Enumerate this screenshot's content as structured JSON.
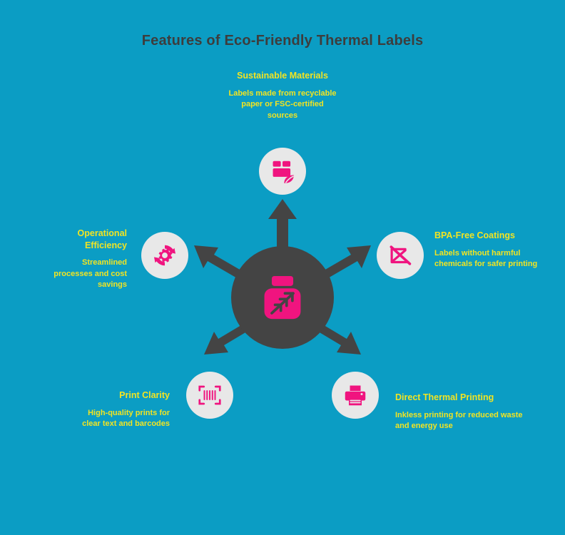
{
  "header": {
    "title": "Features of Eco-Friendly Thermal Labels"
  },
  "colors": {
    "background": "#0b9dc4",
    "hub": "#444444",
    "accent_pink": "#f0147f",
    "text_yellow": "#f2e422",
    "title_gray": "#3d3d3d",
    "bubble": "#e8e8e8"
  },
  "center": {
    "icon": "eco-jar-leaf-icon"
  },
  "nodes": [
    {
      "id": "sustainable-materials",
      "title": "Sustainable Materials",
      "description": "Labels made from recyclable paper or FSC-certified sources",
      "icon": "package-leaf-icon",
      "position": "top"
    },
    {
      "id": "bpa-free-coatings",
      "title": "BPA-Free Coatings",
      "description": "Labels without harmful chemicals for safer printing",
      "icon": "no-chemicals-icon",
      "position": "right"
    },
    {
      "id": "direct-thermal-printing",
      "title": "Direct Thermal Printing",
      "description": "Inkless printing for reduced waste and energy use",
      "icon": "printer-icon",
      "position": "bottom-right"
    },
    {
      "id": "print-clarity",
      "title": "Print Clarity",
      "description": "High-quality prints for clear text and barcodes",
      "icon": "barcode-scan-icon",
      "position": "bottom-left"
    },
    {
      "id": "operational-efficiency",
      "title": "Operational Efficiency",
      "description": "Streamlined processes and cost savings",
      "icon": "gear-refresh-icon",
      "position": "left"
    }
  ]
}
